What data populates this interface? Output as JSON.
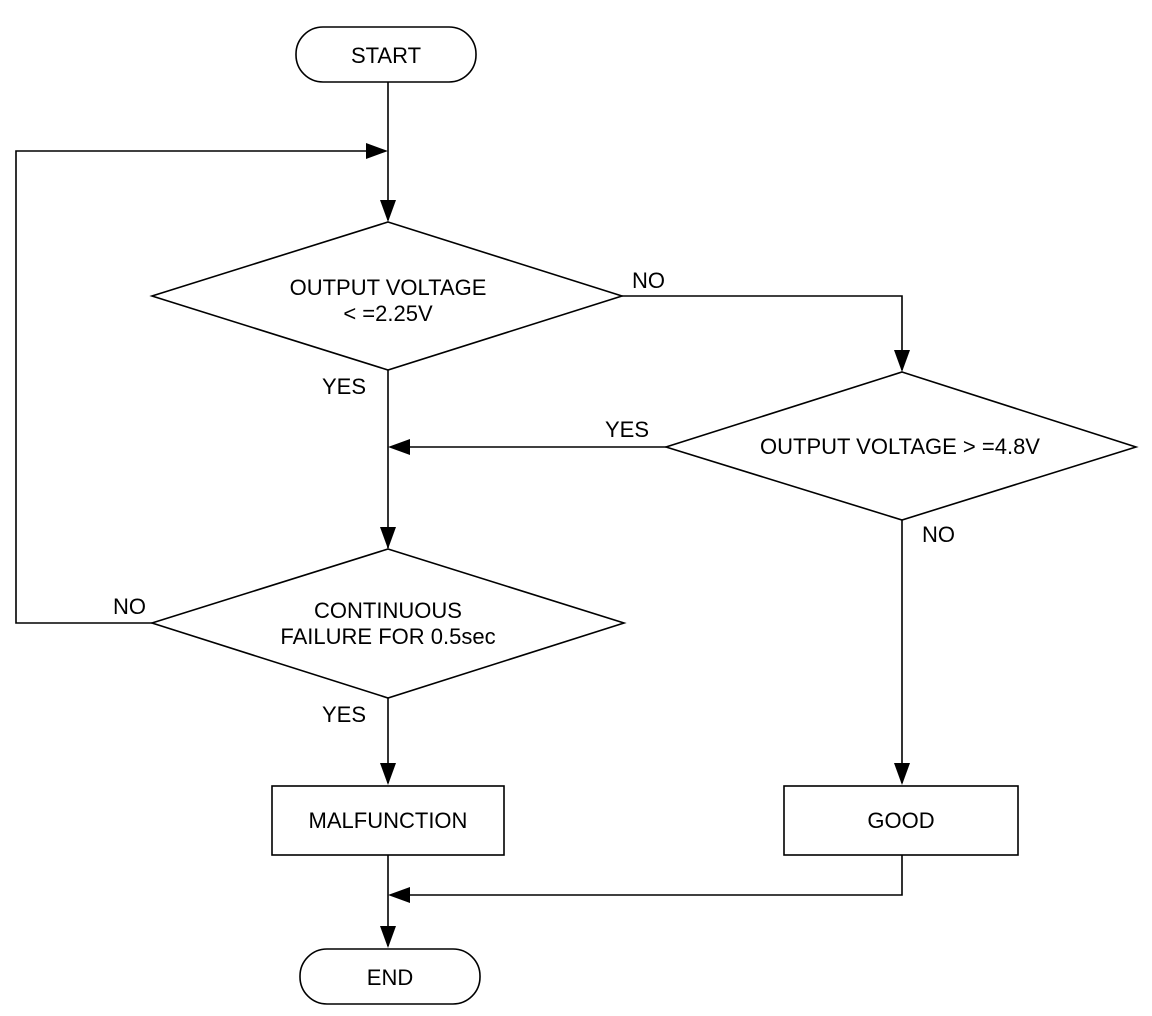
{
  "flowchart": {
    "start": "START",
    "end": "END",
    "decision_low": {
      "line1": "OUTPUT VOLTAGE",
      "line2": "< =2.25V",
      "yes": "YES",
      "no": "NO"
    },
    "decision_high": {
      "label": "OUTPUT VOLTAGE > =4.8V",
      "yes": "YES",
      "no": "NO"
    },
    "decision_continuous": {
      "line1": "CONTINUOUS",
      "line2": "FAILURE FOR 0.5sec",
      "yes": "YES",
      "no": "NO"
    },
    "malfunction": "MALFUNCTION",
    "good": "GOOD"
  }
}
